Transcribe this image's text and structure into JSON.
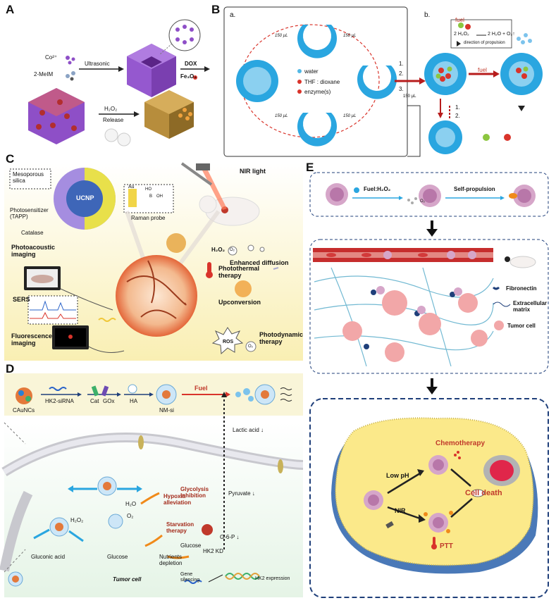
{
  "panels": {
    "A": {
      "letter": "A",
      "co": "Co²⁺",
      "melm": "2-MeIM",
      "ultrasonic": "Ultrasonic",
      "dox": "DOX",
      "fe3o4": "Fe₃O₄",
      "h2o2": "H₂O₂",
      "release": "Release"
    },
    "B": {
      "letter": "B",
      "sub_a": "a.",
      "sub_b": "b.",
      "vol1": "150 µL",
      "vol2": "150 µL",
      "vol3": "150 µL",
      "vol4": "150 µL",
      "vol5": "150 µL",
      "legend_water": "water",
      "legend_thf": "THF : dioxane",
      "legend_enzyme": "enzyme(s)",
      "step1": "1.",
      "step2": "2.",
      "step3": "3.",
      "fuel1": "fuel",
      "fuel2": "fuel",
      "eq_left": "2 H₂O₂",
      "eq_right": "2 H₂O + O₂↑",
      "propulsion": "direction of propulsion",
      "rev1": "1.",
      "rev2": "2."
    },
    "C": {
      "letter": "C",
      "mesoporous": "Mesoporous silica",
      "ucnp": "UCNP",
      "photosensitizer": "Photosensitizer (TAPP)",
      "catalase": "Catalase",
      "au": "Au",
      "raman": "Raman probe",
      "ho": "HO",
      "b": "B",
      "oh": "OH",
      "nir": "NIR light",
      "pa": "Photoacoustic imaging",
      "h2o2": "H₂O₂",
      "o2": "O₂",
      "diffusion": "Enhanced diffusion",
      "sers": "SERS",
      "ptt": "Photothermal therapy",
      "upconv": "Upconversion",
      "fluor": "Fluorescence imaging",
      "ros": "ROS",
      "o2b": "O₂",
      "pdt": "Photodynamic therapy"
    },
    "D": {
      "letter": "D",
      "caunc": "CAuNCs",
      "siRNA": "HK2-siRNA",
      "cat": "Cat",
      "gox": "GOx",
      "ha": "HA",
      "nmsi": "NM-si",
      "fuel": "Fuel",
      "lactic": "Lactic acid ↓",
      "glycolysis": "Glycolysis inhibition",
      "pyruvate": "Pyruvate ↓",
      "hypoxia": "Hypoxia alleviation",
      "h2o": "H₂O",
      "o2": "O₂",
      "h2o2": "H₂O₂",
      "starvation": "Starvation therapy",
      "g6p": "G-6-P ↓",
      "glucose1": "Glucose",
      "hk2kd": "HK2 KD",
      "gluconic": "Gluconic acid",
      "glucose2": "Glucose",
      "nutrients": "Nutrients depletion",
      "tumorcell": "Tumor cell",
      "gene": "Gene silencing",
      "hk2exp": "HK2 expression"
    },
    "E": {
      "letter": "E",
      "fuel": "Fuel:H₂O₂",
      "selfprop": "Self-propulsion",
      "o2": "O₂",
      "fibronectin": "Fibronectin",
      "ecm": "Extracellular matrix",
      "tumorcell": "Tumor cell",
      "chemo": "Chemotherapy",
      "lowph": "Low pH",
      "celldeath": "Cell death",
      "nir": "NIR",
      "ptt": "PTT"
    }
  },
  "colors": {
    "blue": "#2aa6e0",
    "lightblue": "#bfe6f7",
    "purple": "#8e4fc7",
    "red": "#d9342b",
    "cream": "#fbf1c2",
    "navy": "#1f3f7a",
    "pink": "#f2a7a8"
  }
}
